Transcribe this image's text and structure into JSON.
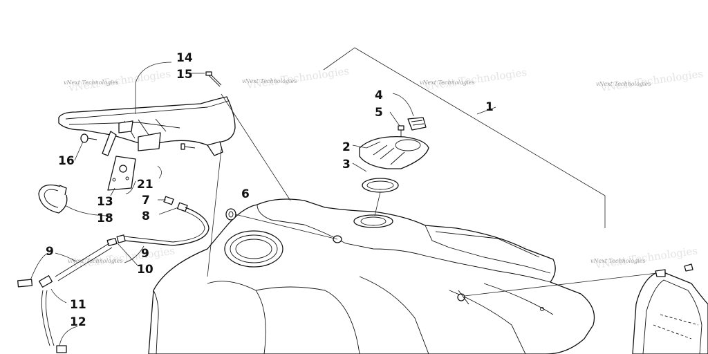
{
  "diagram": {
    "callouts": [
      "14",
      "15",
      "1",
      "4",
      "5",
      "2",
      "3",
      "16",
      "6",
      "7",
      "8",
      "21",
      "13",
      "18",
      "9",
      "9",
      "10",
      "11",
      "12"
    ],
    "watermark": "vNext Technologies",
    "colors": {
      "ink": "#111111",
      "watermark": "#9a9a9a",
      "background": "#ffffff"
    }
  }
}
